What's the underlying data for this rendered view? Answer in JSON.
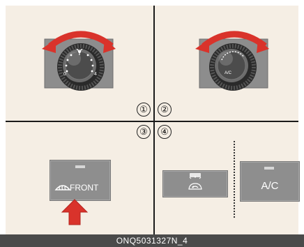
{
  "markers": [
    "①",
    "②",
    "③",
    "④"
  ],
  "knob_left": {
    "scale_low": "0",
    "scale_high": "4"
  },
  "knob_right": {
    "label": "A/C"
  },
  "front_defrost_button": {
    "label": "FRONT"
  },
  "ac_button": {
    "label": "A/C"
  },
  "caption": "ONQ5031327N_4",
  "colors": {
    "panel": "#f5eee4",
    "arrow_red": "#d9332b",
    "button_gray": "#8e8e8e",
    "caption_bar": "#4a4a4a"
  }
}
